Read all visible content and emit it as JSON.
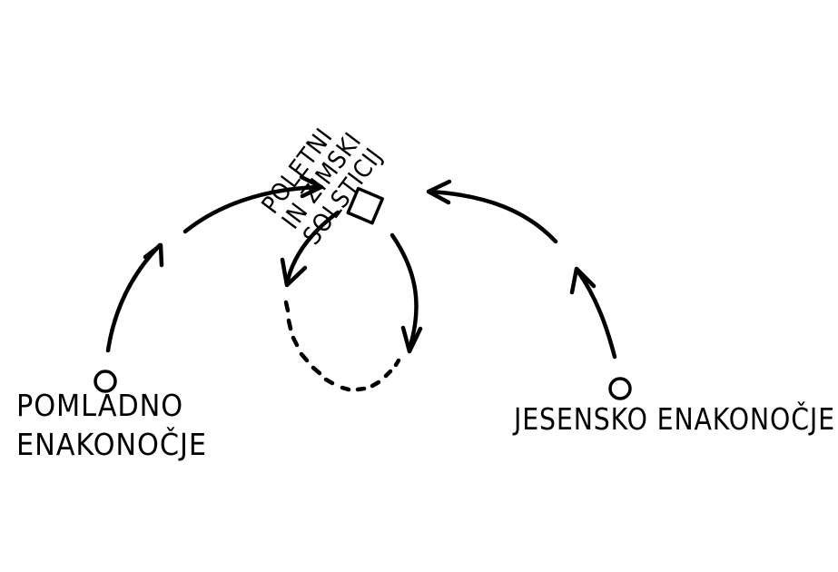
{
  "diagram": {
    "solstice_label": {
      "lines": [
        "POLETNI",
        "IN ZIMSKI",
        "SOLSTICIJ"
      ]
    },
    "spring_label": {
      "lines": [
        "POMLADNO",
        "ENAKONOČJE"
      ]
    },
    "autumn_label": {
      "lines": [
        "JESENSKO ENAKONOČJE"
      ]
    },
    "node_marks": {
      "equinox": "circle",
      "solstice": "square"
    },
    "stroke_color": "#000000",
    "background_color": "#ffffff"
  }
}
